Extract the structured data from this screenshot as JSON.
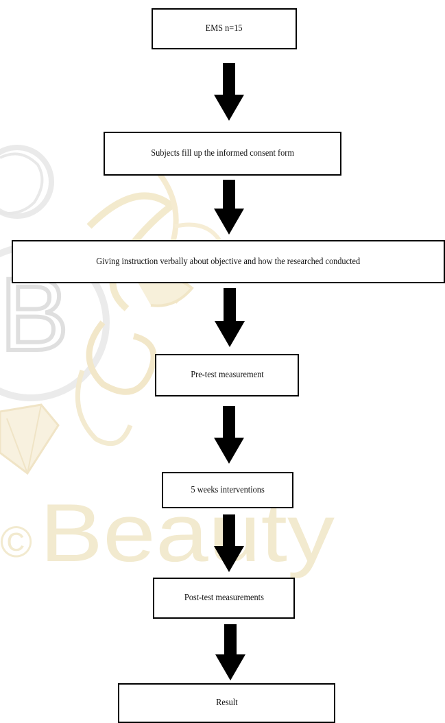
{
  "flowchart": {
    "steps": [
      "EMS n=15",
      "Subjects fill up the informed consent form",
      "Giving instruction verbally about objective and how the researched conducted",
      "Pre-test measurement",
      "5 weeks interventions",
      "Post-test measurements",
      "Result"
    ]
  },
  "watermark": {
    "text": "Beauty",
    "text_prefix": "©",
    "monogram": "B",
    "color": "#e9d9a8"
  },
  "colors": {
    "box_border": "#000000",
    "arrow": "#000000",
    "background": "#ffffff"
  }
}
